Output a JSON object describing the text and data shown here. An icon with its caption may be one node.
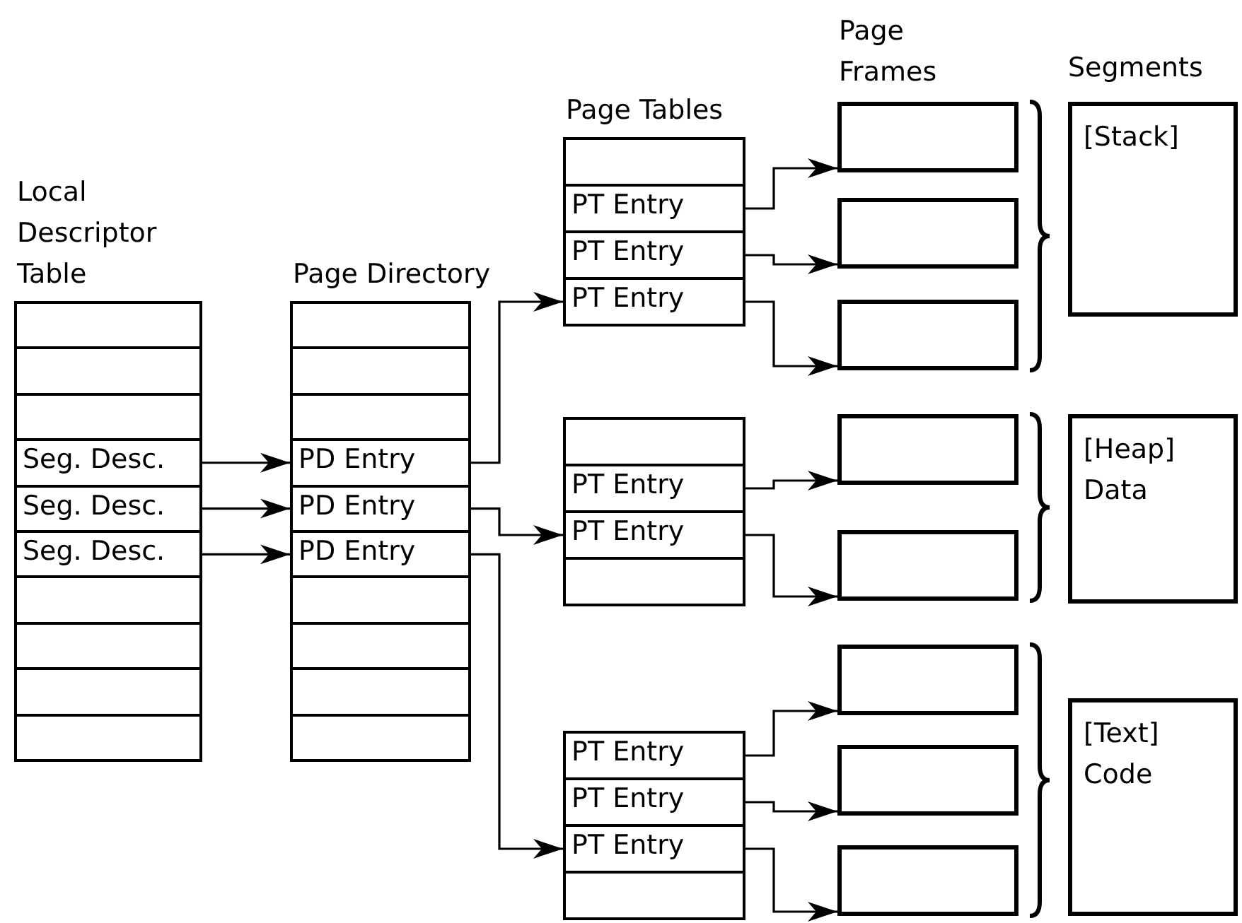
{
  "diagram": {
    "nodes": [
      {
        "text": [
          "Local Descriptor Table"
        ]
      },
      {
        "text": [],
        "shape": "box",
        "in": 0
      },
      {
        "text": [],
        "shape": "box",
        "in": 0
      },
      {
        "text": [],
        "shape": "box",
        "in": 0
      },
      {
        "text": [
          "Seg. Desc."
        ],
        "in": 0
      },
      {
        "text": [
          "Seg. Desc."
        ],
        "in": 0
      },
      {
        "text": [
          "Seg. Desc."
        ],
        "in": 0
      },
      {
        "text": [],
        "shape": "box",
        "in": 0
      },
      {
        "text": [],
        "shape": "box",
        "in": 0
      },
      {
        "text": [],
        "shape": "box",
        "in": 0
      },
      {
        "text": [],
        "shape": "box",
        "in": 0
      },
      {
        "text": [
          "Page Directory"
        ]
      },
      {
        "text": [],
        "shape": "box",
        "in": 11
      },
      {
        "text": [],
        "shape": "box",
        "in": 11
      },
      {
        "text": [],
        "shape": "box",
        "in": 11
      },
      {
        "text": [
          "PD Entry"
        ],
        "in": 11
      },
      {
        "text": [
          "PD Entry"
        ],
        "in": 11
      },
      {
        "text": [
          "PD Entry"
        ],
        "in": 11
      },
      {
        "text": [],
        "shape": "box",
        "in": 11
      },
      {
        "text": [],
        "shape": "box",
        "in": 11
      },
      {
        "text": [],
        "shape": "box",
        "in": 11
      },
      {
        "text": [],
        "shape": "box",
        "in": 11
      },
      {
        "text": [
          "Page Tables"
        ]
      },
      {
        "text": [],
        "shape": "box",
        "in": 22
      },
      {
        "text": [
          "PT Entry"
        ],
        "in": 22
      },
      {
        "text": [
          "PT Entry"
        ],
        "in": 22
      },
      {
        "text": [
          "PT Entry"
        ],
        "in": 22
      },
      {
        "text": [],
        "shape": "box"
      },
      {
        "text": [],
        "shape": "box",
        "in": 27
      },
      {
        "text": [
          "PT Entry"
        ],
        "in": 27
      },
      {
        "text": [
          "PT Entry"
        ],
        "in": 27
      },
      {
        "text": [],
        "shape": "box",
        "in": 27
      },
      {
        "text": [],
        "shape": "box"
      },
      {
        "text": [
          "PT Entry"
        ],
        "in": 32
      },
      {
        "text": [
          "PT Entry"
        ],
        "in": 32
      },
      {
        "text": [
          "PT Entry"
        ],
        "in": 32
      },
      {
        "text": [],
        "shape": "box",
        "in": 32
      },
      {
        "text": [],
        "shape": "box"
      },
      {
        "text": [],
        "shape": "box"
      },
      {
        "text": [],
        "shape": "box"
      },
      {
        "text": [],
        "shape": "box"
      },
      {
        "text": [],
        "shape": "box"
      },
      {
        "text": [],
        "shape": "box"
      },
      {
        "text": [],
        "shape": "box"
      },
      {
        "text": [],
        "shape": "box"
      },
      {
        "text": [
          "[Stack]"
        ]
      },
      {
        "text": [
          "[Heap] Data"
        ]
      },
      {
        "text": [
          "[Text] Code"
        ]
      }
    ],
    "edges": [
      {
        "from": 4,
        "to": 15,
        "arrow": "to"
      },
      {
        "from": 5,
        "to": 16,
        "arrow": "to"
      },
      {
        "from": 6,
        "to": 17,
        "arrow": "to"
      },
      {
        "from": 15,
        "to": 26,
        "arrow": "to"
      },
      {
        "from": 16,
        "to": 30,
        "arrow": "to"
      },
      {
        "from": 17,
        "to": 35,
        "arrow": "to"
      },
      {
        "from": 24,
        "to": 37,
        "arrow": "to"
      },
      {
        "from": 25,
        "to": 38,
        "arrow": "to"
      },
      {
        "from": 26,
        "to": 39,
        "arrow": "to"
      },
      {
        "from": 29,
        "to": 40,
        "arrow": "to"
      },
      {
        "from": 30,
        "to": 41,
        "arrow": "to"
      },
      {
        "from": 33,
        "to": 42,
        "arrow": "to"
      },
      {
        "from": 34,
        "to": 43,
        "arrow": "to"
      },
      {
        "from": 35,
        "to": 44,
        "arrow": "to"
      }
    ],
    "labels": [
      "Page Frames",
      "Segments"
    ]
  }
}
